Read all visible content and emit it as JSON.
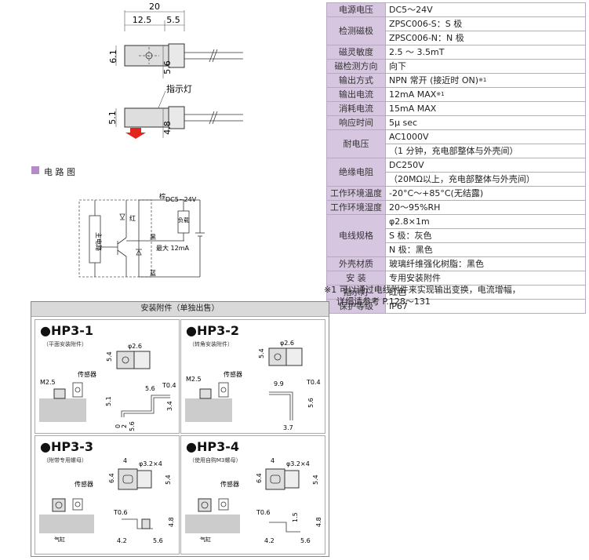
{
  "top_drawing": {
    "dim_20": "20",
    "dim_12_5": "12.5",
    "dim_5_5": "5.5",
    "dim_6_1": "6.1",
    "dim_5_6": "5.6",
    "dim_5_1": "5.1",
    "dim_4_8": "4.8",
    "indicator_label": "指示灯"
  },
  "circuit": {
    "section_title": "电 路 图",
    "supply": "DC5~24V",
    "brown": "棕",
    "red": "红",
    "black": "黑",
    "blue": "蓝",
    "max_current": "最大 12mA",
    "load": "负载",
    "main_circuit": "主电路"
  },
  "spec": [
    {
      "key": "电源电压",
      "values": [
        "DC5～24V"
      ]
    },
    {
      "key": "检测磁极",
      "values": [
        "ZPSC006-S：S 极",
        "ZPSC006-N：N 极"
      ]
    },
    {
      "key": "磁灵敏度",
      "values": [
        "2.5 ～ 3.5mT"
      ]
    },
    {
      "key": "磁检测方向",
      "values": [
        "向下"
      ]
    },
    {
      "key": "输出方式",
      "values": [
        "NPN 常开 (接近时 ON)"
      ],
      "sup": "※1"
    },
    {
      "key": "输出电流",
      "values": [
        "12mA MAX"
      ],
      "sup": "※1"
    },
    {
      "key": "消耗电流",
      "values": [
        "15mA MAX"
      ]
    },
    {
      "key": "响应时间",
      "values": [
        "5μ sec"
      ]
    },
    {
      "key": "耐电压",
      "values": [
        "AC1000V",
        "（1 分钟，充电部整体与外壳间）"
      ]
    },
    {
      "key": "绝缘电阻",
      "values": [
        "DC250V",
        "（20MΩ以上，充电部整体与外壳间）"
      ]
    },
    {
      "key": "工作环境温度",
      "values": [
        "-20°C～+85°C(无结露)"
      ]
    },
    {
      "key": "工作环境湿度",
      "values": [
        "20～95%RH"
      ]
    },
    {
      "key": "电线规格",
      "values": [
        "φ2.8×1m",
        "S 极：灰色",
        "N 极：黑色"
      ]
    },
    {
      "key": "外壳材质",
      "values": [
        "玻璃纤维强化树脂：黑色"
      ]
    },
    {
      "key": "安 装",
      "values": [
        "专用安装附件"
      ]
    },
    {
      "key": "指示灯",
      "values": [
        "红色"
      ]
    },
    {
      "key": "保护等级",
      "values": [
        "IP67"
      ]
    }
  ],
  "note": {
    "line1": "※1 可以通过电线附件来实现输出变换，电流增幅，",
    "line2": "详细请参考 P.128～131"
  },
  "accessories": {
    "title": "安装附件（单独出售）",
    "hp1": {
      "name": "●HP3-1",
      "sub": "（平面安装附件）",
      "d_hole": "φ2.6",
      "d54": "5.4",
      "d56a": "5.6",
      "t04": "T0.4",
      "d51": "5.1",
      "d34": "3.4",
      "d0": "0",
      "d2": "2",
      "d56b": "5.6",
      "m25": "M2.5",
      "sensor": "传感器"
    },
    "hp2": {
      "name": "●HP3-2",
      "sub": "（转角安装附件）",
      "d_hole": "φ2.6",
      "d54": "5.4",
      "d99": "9.9",
      "t04": "T0.4",
      "d56": "5.6",
      "d37": "3.7",
      "m25": "M2.5",
      "sensor": "传感器"
    },
    "hp3": {
      "name": "●HP3-3",
      "sub": "（附带专用螺母）",
      "d4": "4",
      "d_hole": "φ3.2×4",
      "d64": "6.4",
      "d54": "5.4",
      "t06": "T0.6",
      "d48": "4.8",
      "d42": "4.2",
      "d56": "5.6",
      "sensor": "传感器",
      "cyl": "气缸"
    },
    "hp4": {
      "name": "●HP3-4",
      "sub": "（使用自购M3螺母）",
      "d4": "4",
      "d_hole": "φ3.2×4",
      "d64": "6.4",
      "d54": "5.4",
      "t06": "T0.6",
      "d15": "1.5",
      "d48": "4.8",
      "d42": "4.2",
      "d56": "5.6",
      "sensor": "传感器",
      "cyl": "气缸"
    }
  },
  "colors": {
    "table_header": "#d7c6e0",
    "arrow_red": "#e0261d",
    "section_square": "#b48ac8"
  }
}
